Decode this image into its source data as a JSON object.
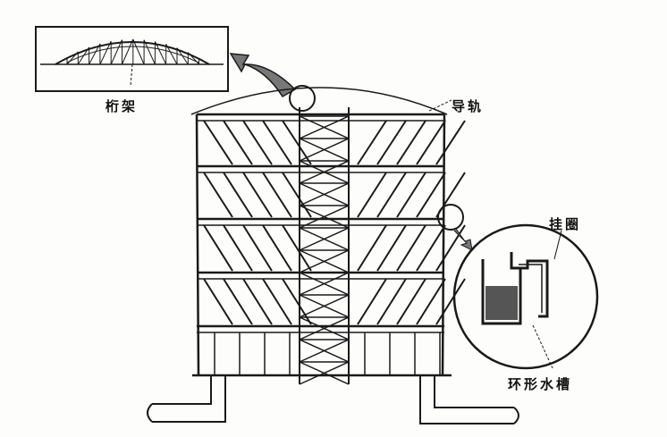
{
  "labels": {
    "truss": "桁架",
    "guide_rail": "导轨",
    "hanging_ring": "挂圈",
    "annular_water_tank": "环形水槽"
  },
  "colors": {
    "ink": "#1a1a1a",
    "paper": "#fdfdfb",
    "water": "#555555"
  }
}
